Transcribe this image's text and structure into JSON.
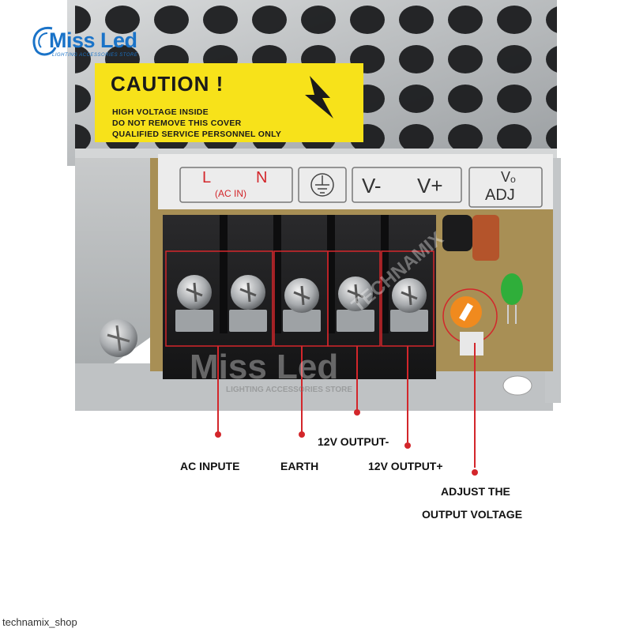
{
  "brand": {
    "name": "Miss Led",
    "tagline": "LIGHTING ACCESSORIES STORE"
  },
  "caution": {
    "title": "CAUTION !",
    "lines": [
      "HIGH VOLTAGE INSIDE",
      "DO NOT REMOVE THIS COVER",
      "QUALIFIED SERVICE PERSONNEL ONLY"
    ]
  },
  "terminal_labels": {
    "l": "L",
    "n": "N",
    "ac_in": "(AC IN)",
    "v_minus": "V-",
    "v_plus": "V+",
    "vo": "Vₒ",
    "adj": "ADJ"
  },
  "watermarks": {
    "brand": "Miss Led",
    "store": "LIGHTING ACCESSORIES STORE",
    "maker": "TECHNAMIX"
  },
  "annotations": {
    "ac_input": "AC INPUTE",
    "earth": "EARTH",
    "output_minus": "12V OUTPUT-",
    "output_plus": "12V OUTPUT+",
    "adjust_line1": "ADJUST THE",
    "adjust_line2": "OUTPUT VOLTAGE"
  },
  "colors": {
    "caution_yellow": "#f7e21a",
    "annotation_red": "#d3262b",
    "brand_blue": "#1a73c8",
    "led_green": "#2fae3a",
    "trimmer_orange": "#f08a1e"
  },
  "footer": {
    "credit": "technamix_shop"
  }
}
